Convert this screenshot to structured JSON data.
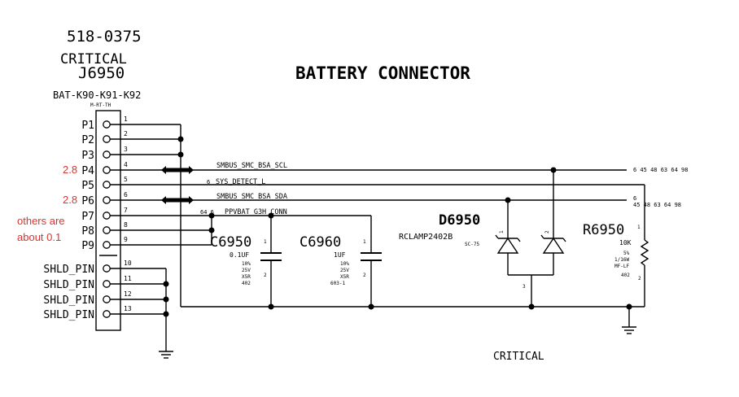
{
  "title": "BATTERY CONNECTOR",
  "part_number": "518-0375",
  "critical_top": "CRITICAL",
  "critical_bottom": "CRITICAL",
  "connector": {
    "ref": "J6950",
    "name": "BAT-K90-K91-K92",
    "footprint": "M-RT-TH",
    "pins": [
      {
        "label": "P1",
        "num": "1"
      },
      {
        "label": "P2",
        "num": "2"
      },
      {
        "label": "P3",
        "num": "3"
      },
      {
        "label": "P4",
        "num": "4"
      },
      {
        "label": "P5",
        "num": "5"
      },
      {
        "label": "P6",
        "num": "6"
      },
      {
        "label": "P7",
        "num": "7"
      },
      {
        "label": "P8",
        "num": "8"
      },
      {
        "label": "P9",
        "num": "9"
      },
      {
        "label": "SHLD_PIN",
        "num": "10"
      },
      {
        "label": "SHLD_PIN",
        "num": "11"
      },
      {
        "label": "SHLD_PIN",
        "num": "12"
      },
      {
        "label": "SHLD_PIN",
        "num": "13"
      }
    ]
  },
  "nets": {
    "scl": {
      "name": "SMBUS_SMC_BSA_SCL",
      "pages": "6 45 48 63 64 98"
    },
    "sys_detect": {
      "prefix": "6",
      "name": "SYS_DETECT_L"
    },
    "sda": {
      "name": "SMBUS_SMC_BSA_SDA",
      "page_first": "6",
      "pages": "45 48 63 64 98"
    },
    "ppvbat": {
      "prefix": "64 6",
      "name": "PPVBAT_G3H_CONN"
    }
  },
  "c6950": {
    "ref": "C6950",
    "value": "0.1UF",
    "specs": [
      "10%",
      "25V",
      "X5R",
      "402"
    ],
    "pin1": "1",
    "pin2": "2"
  },
  "c6960": {
    "ref": "C6960",
    "value": "1UF",
    "specs": [
      "10%",
      "25V",
      "X5R",
      "603-1"
    ],
    "pin1": "1",
    "pin2": "2"
  },
  "d6950": {
    "ref": "D6950",
    "part": "RCLAMP2402B",
    "package": "SC-75",
    "pin1": "1",
    "pin2": "2",
    "pin3": "3"
  },
  "r6950": {
    "ref": "R6950",
    "value": "10K",
    "specs": [
      "5%",
      "1/16W",
      "MF-LF",
      "402"
    ],
    "pin1": "1",
    "pin2": "2"
  },
  "annotations": {
    "p4_note": "2.8",
    "p6_note": "2.8",
    "others_line1": "others are",
    "others_line2": "about 0.1"
  }
}
